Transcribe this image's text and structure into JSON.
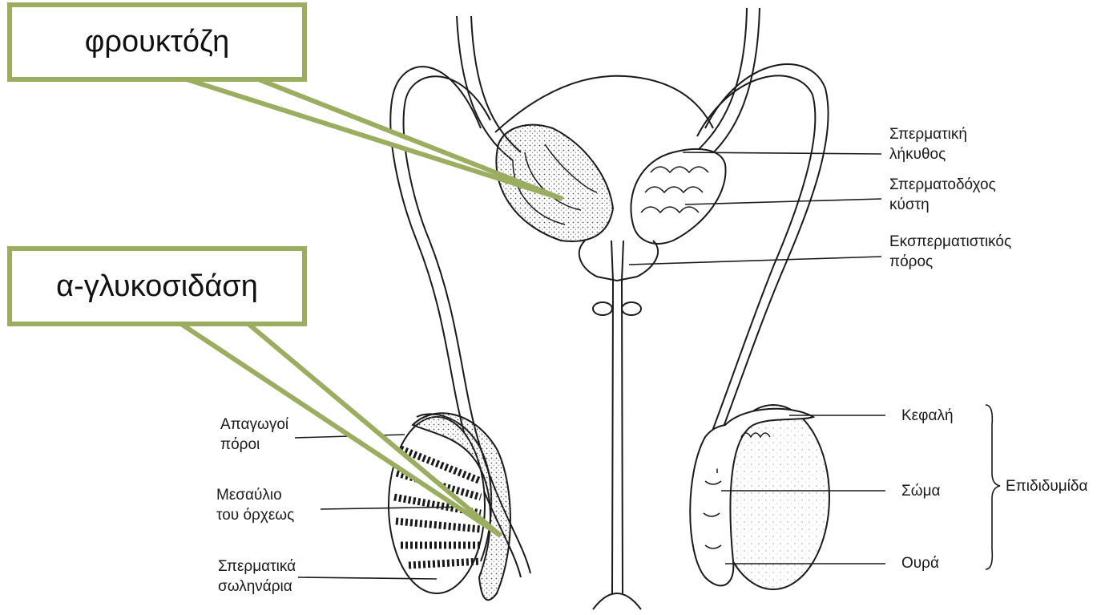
{
  "colors": {
    "callout_border": "#9aad60",
    "line": "#1a1a1a",
    "background": "#ffffff"
  },
  "callouts": {
    "fructose": "φρουκτόζη",
    "alpha_glucosidase": "α-γλυκοσιδάση"
  },
  "labels_right": {
    "seminal_ampulla": [
      "Σπερματική",
      "λήκυθος"
    ],
    "seminal_vesicle": [
      "Σπερματοδόχος",
      "κύστη"
    ],
    "ejaculatory_duct": [
      "Εκσπερματιστικός",
      "πόρος"
    ],
    "head": "Κεφαλή",
    "body": "Σώμα",
    "tail": "Ουρά",
    "epididymis": "Επιδιδυμίδα"
  },
  "labels_left": {
    "efferent_ducts": [
      "Απαγωγοί",
      "πόροι"
    ],
    "mediastinum": [
      "Μεσαύλιο",
      "του όρχεως"
    ],
    "seminiferous_tubules": [
      "Σπερματικά",
      "σωληνάρια"
    ]
  }
}
